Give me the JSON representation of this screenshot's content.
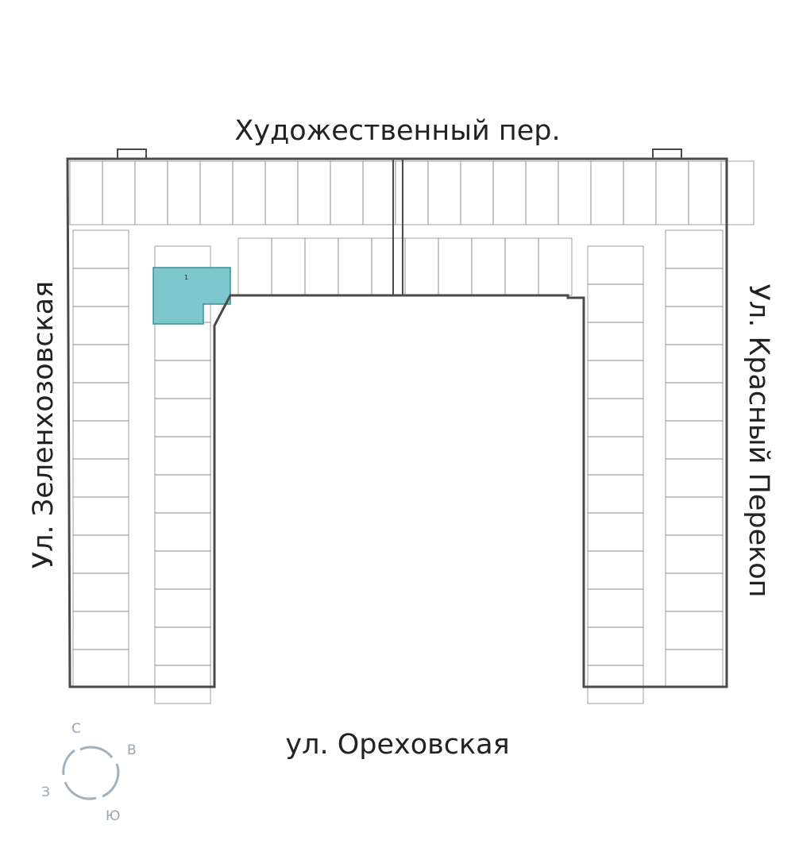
{
  "streets": {
    "top": "Художественный пер.",
    "bottom": "ул. Ореховская",
    "left": "Ул. Зеленхозовская",
    "right": "Ул. Красный Перекоп"
  },
  "compass": {
    "north": "С",
    "east": "В",
    "south": "Ю",
    "west": "З"
  },
  "highlighted_apartment": {
    "rooms": "1",
    "color": "#7ec8cd"
  },
  "colors": {
    "walls": "#4a4a4a",
    "lines": "#9a9a9a",
    "compass": "#a4b0bc"
  }
}
